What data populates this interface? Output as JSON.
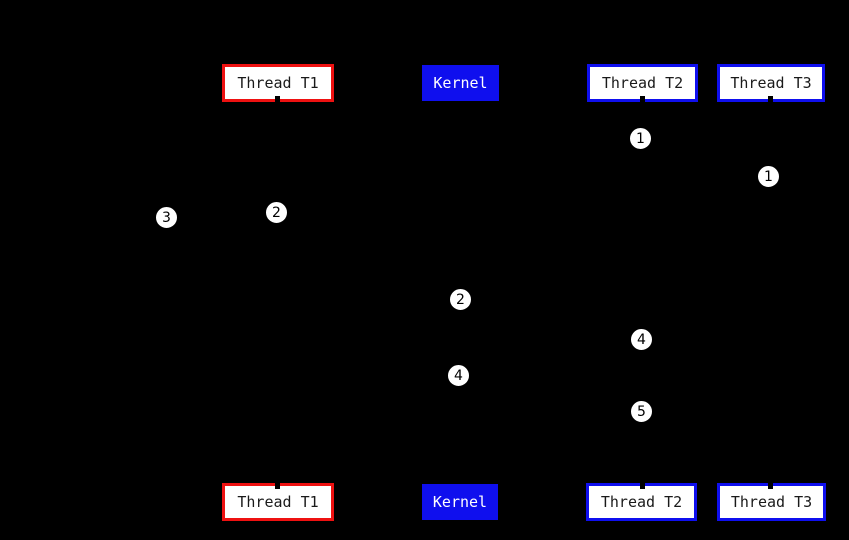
{
  "diagram": {
    "type": "sequence-diagram",
    "description": "Thread/Kernel sequence diagram on black background with numbered event markers",
    "actors": [
      {
        "id": "thread-t1",
        "label": "Thread T1",
        "border_color": "#ee1111",
        "fill": "#ffffff",
        "text_color": "#1a1a1a"
      },
      {
        "id": "kernel",
        "label": "Kernel",
        "border_color": "#0f0fee",
        "fill": "#0f0fee",
        "text_color": "#ffffff"
      },
      {
        "id": "thread-t2",
        "label": "Thread T2",
        "border_color": "#0f0fee",
        "fill": "#ffffff",
        "text_color": "#1a1a1a"
      },
      {
        "id": "thread-t3",
        "label": "Thread T3",
        "border_color": "#0f0fee",
        "fill": "#ffffff",
        "text_color": "#1a1a1a"
      }
    ],
    "markers": [
      {
        "label": "1",
        "lifeline": "Thread T2"
      },
      {
        "label": "1",
        "lifeline": "Thread T3"
      },
      {
        "label": "2",
        "lifeline": "Thread T1"
      },
      {
        "label": "3",
        "lifeline": "left of Thread T1"
      },
      {
        "label": "2",
        "lifeline": "Kernel"
      },
      {
        "label": "4",
        "lifeline": "Kernel"
      },
      {
        "label": "4",
        "lifeline": "Thread T2"
      },
      {
        "label": "5",
        "lifeline": "Thread T2"
      }
    ],
    "colors": {
      "background": "#000000",
      "red": "#ee1111",
      "blue": "#0f0fee",
      "box-fill": "#ffffff",
      "box-text": "#1a1a1a",
      "kernel-text": "#ffffff",
      "circle-fill": "#ffffff",
      "circle-text": "#000000",
      "line": "#000000"
    }
  }
}
